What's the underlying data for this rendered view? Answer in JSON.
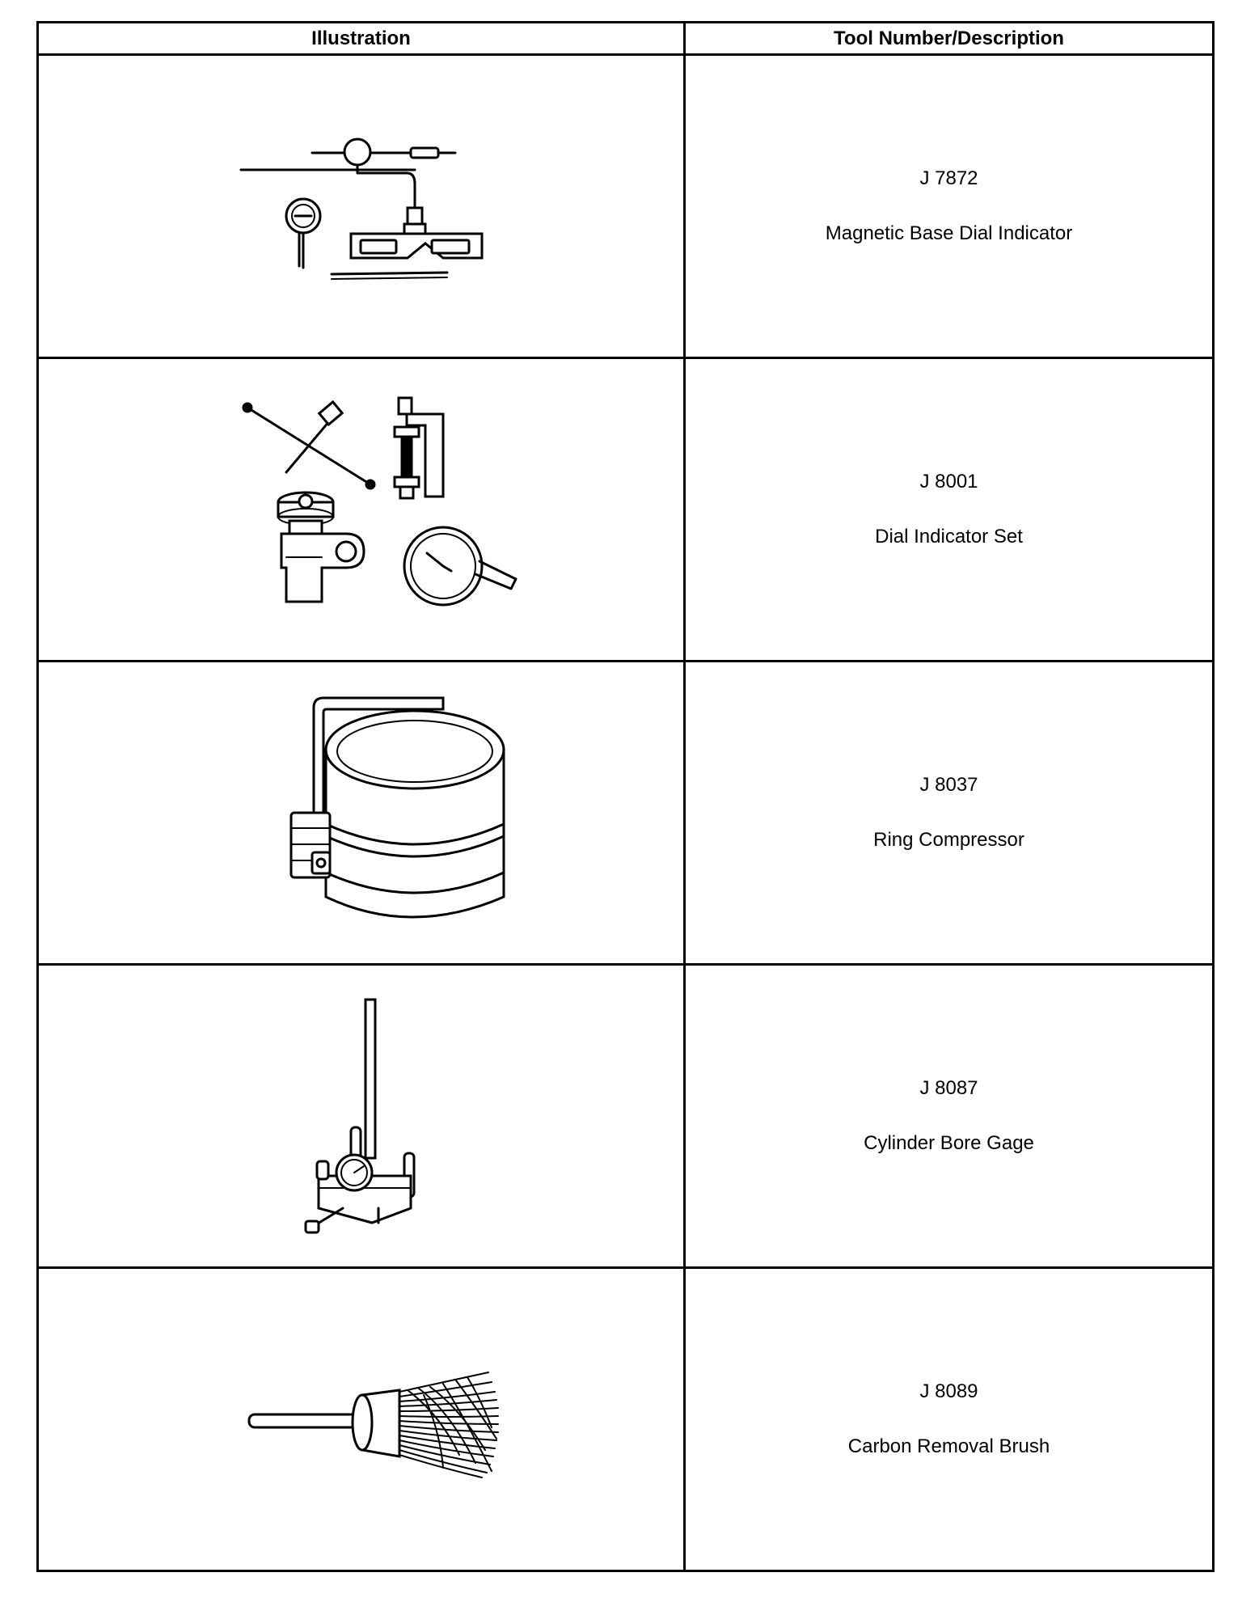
{
  "header": {
    "illustration": "Illustration",
    "tool_number_description": "Tool Number/Description"
  },
  "tools": [
    {
      "number": "J 7872",
      "description": "Magnetic Base Dial Indicator",
      "icon": "magnetic-base-dial-indicator-icon"
    },
    {
      "number": "J 8001",
      "description": "Dial Indicator Set",
      "icon": "dial-indicator-set-icon"
    },
    {
      "number": "J 8037",
      "description": "Ring Compressor",
      "icon": "ring-compressor-icon"
    },
    {
      "number": "J 8087",
      "description": "Cylinder Bore Gage",
      "icon": "cylinder-bore-gage-icon"
    },
    {
      "number": "J 8089",
      "description": "Carbon Removal Brush",
      "icon": "carbon-removal-brush-icon"
    }
  ]
}
